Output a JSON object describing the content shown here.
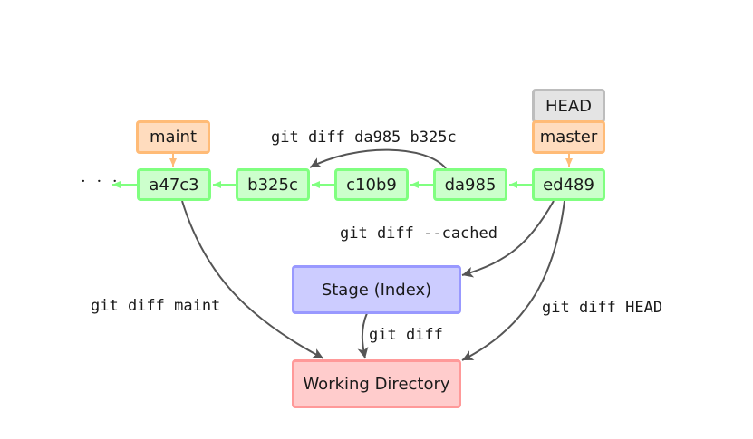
{
  "diagram": {
    "ellipsis": "· · ·",
    "commits": [
      "a47c3",
      "b325c",
      "c10b9",
      "da985",
      "ed489"
    ],
    "branches": {
      "maint": "maint",
      "master": "master",
      "head": "HEAD"
    },
    "stage": "Stage (Index)",
    "working_directory": "Working Directory",
    "commands": {
      "diff_commits": "git diff da985 b325c",
      "diff_cached": "git diff --cached",
      "diff_maint": "git diff maint",
      "diff_head": "git diff HEAD",
      "diff": "git diff"
    },
    "colors": {
      "commit_fill": "#ccffcc",
      "commit_border": "#80ff80",
      "branch_fill": "#ffdcbe",
      "branch_border": "#ffbb77",
      "head_fill": "#e4e4e4",
      "head_border": "#bdbdbd",
      "stage_fill": "#ccccff",
      "stage_border": "#9999ff",
      "workdir_fill": "#ffcccc",
      "workdir_border": "#ff9999",
      "arrow": "#555555"
    }
  }
}
